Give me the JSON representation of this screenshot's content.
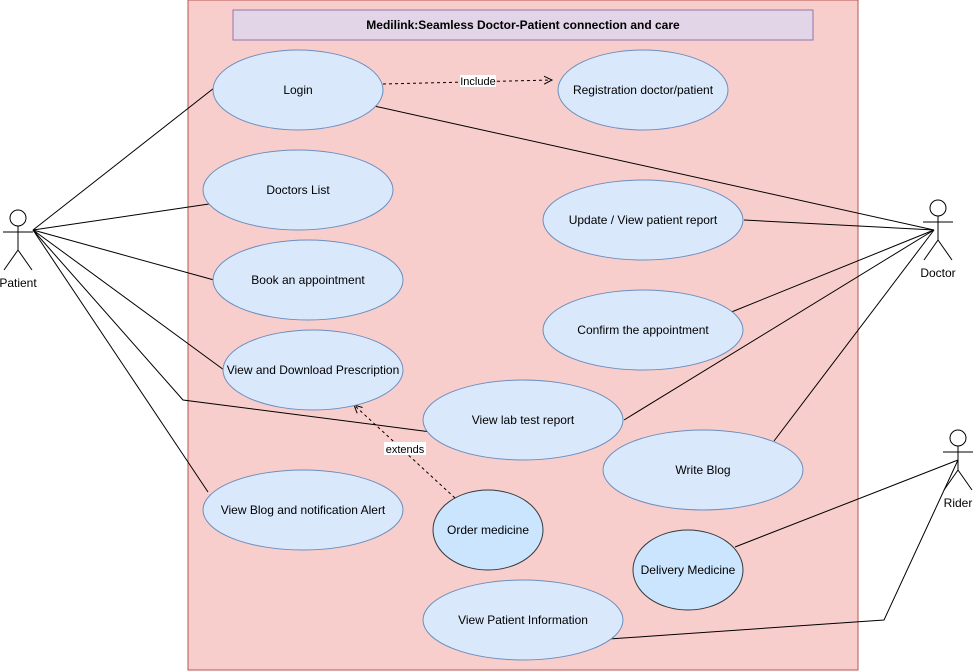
{
  "title": "Medilink:Seamless Doctor-Patient connection and care",
  "actors": {
    "patient": "Patient",
    "doctor": "Doctor",
    "rider": "Rider"
  },
  "usecases": {
    "login": "Login",
    "registration": "Registration doctor/patient",
    "doctors_list": "Doctors List",
    "update_report": "Update / View patient report",
    "book_appointment": "Book an appointment",
    "confirm_appointment": "Confirm the appointment",
    "prescription": "View and Download Prescription",
    "lab_report": "View lab test report",
    "write_blog": "Write Blog",
    "blog_alert": "View Blog and notification Alert",
    "order_medicine": "Order medicine",
    "delivery_medicine": "Delivery Medicine",
    "patient_info": "View Patient Information"
  },
  "relations": {
    "include": "Include",
    "extends": "extends"
  },
  "colors": {
    "system_boundary_fill": "#f8cecc",
    "system_boundary_stroke": "#b85450",
    "title_fill": "#e1d5e7",
    "title_stroke": "#9673a6",
    "usecase_fill": "#dae8fc",
    "usecase_stroke": "#6c8ebf",
    "usecase_alt_fill": "#cce5ff",
    "usecase_alt_stroke": "#36393d"
  }
}
